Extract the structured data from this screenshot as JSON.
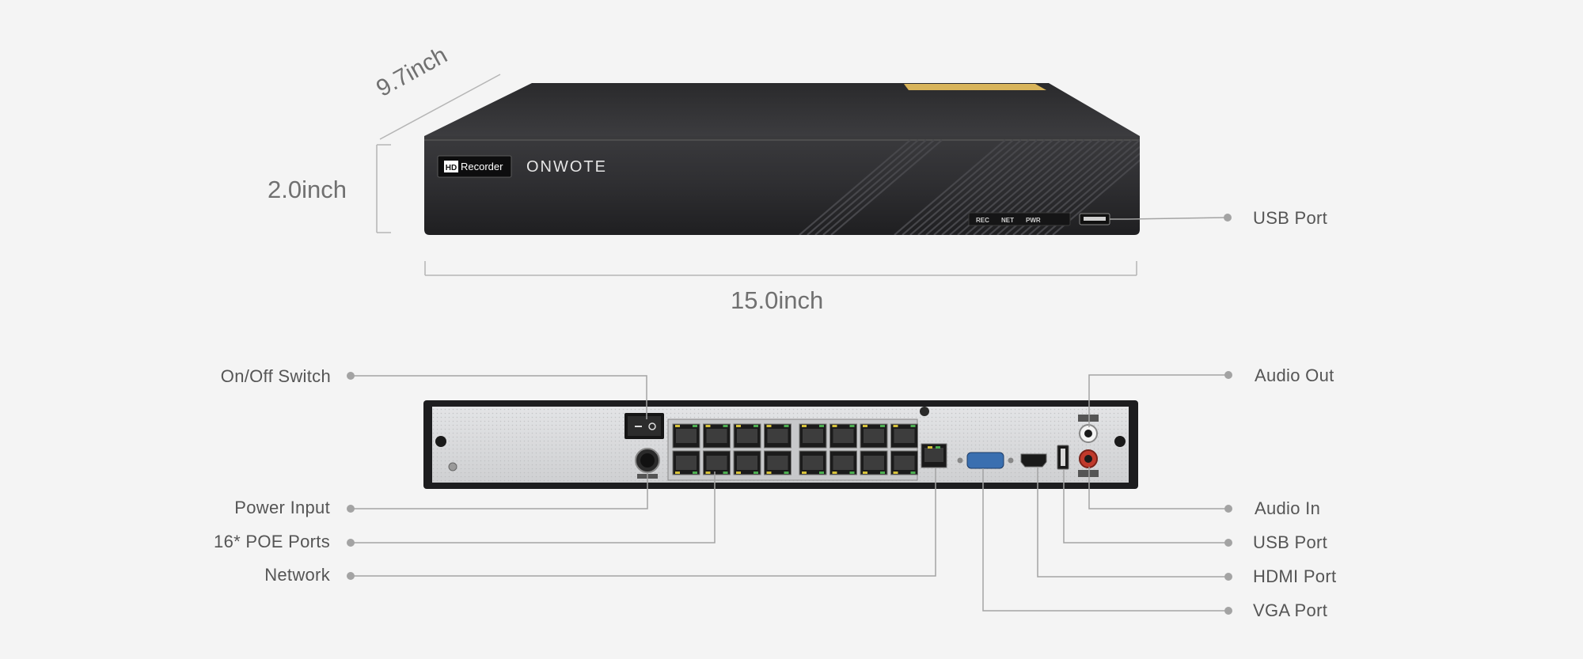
{
  "dimensions": {
    "depth": "9.7inch",
    "height": "2.0inch",
    "width": "15.0inch"
  },
  "front_panel": {
    "badge_hd": "HD",
    "badge_text": "Recorder",
    "brand": "ONWOTE",
    "indicators": [
      "REC",
      "NET",
      "PWR"
    ]
  },
  "callouts": {
    "front_usb": "USB Port",
    "on_off": "On/Off Switch",
    "power_input": "Power Input",
    "poe_ports": "16* POE Ports",
    "network": "Network",
    "audio_out": "Audio Out",
    "audio_in": "Audio In",
    "rear_usb": "USB Port",
    "hdmi": "HDMI Port",
    "vga": "VGA Port"
  },
  "colors": {
    "label_text": "#555555",
    "dimension_text": "#707070",
    "leader_line": "#9a9a9a",
    "device_body": "#2b2b2d",
    "rear_panel": "#d9dadc",
    "vga_blue": "#3a6fb0",
    "audio_red": "#c0392b"
  }
}
